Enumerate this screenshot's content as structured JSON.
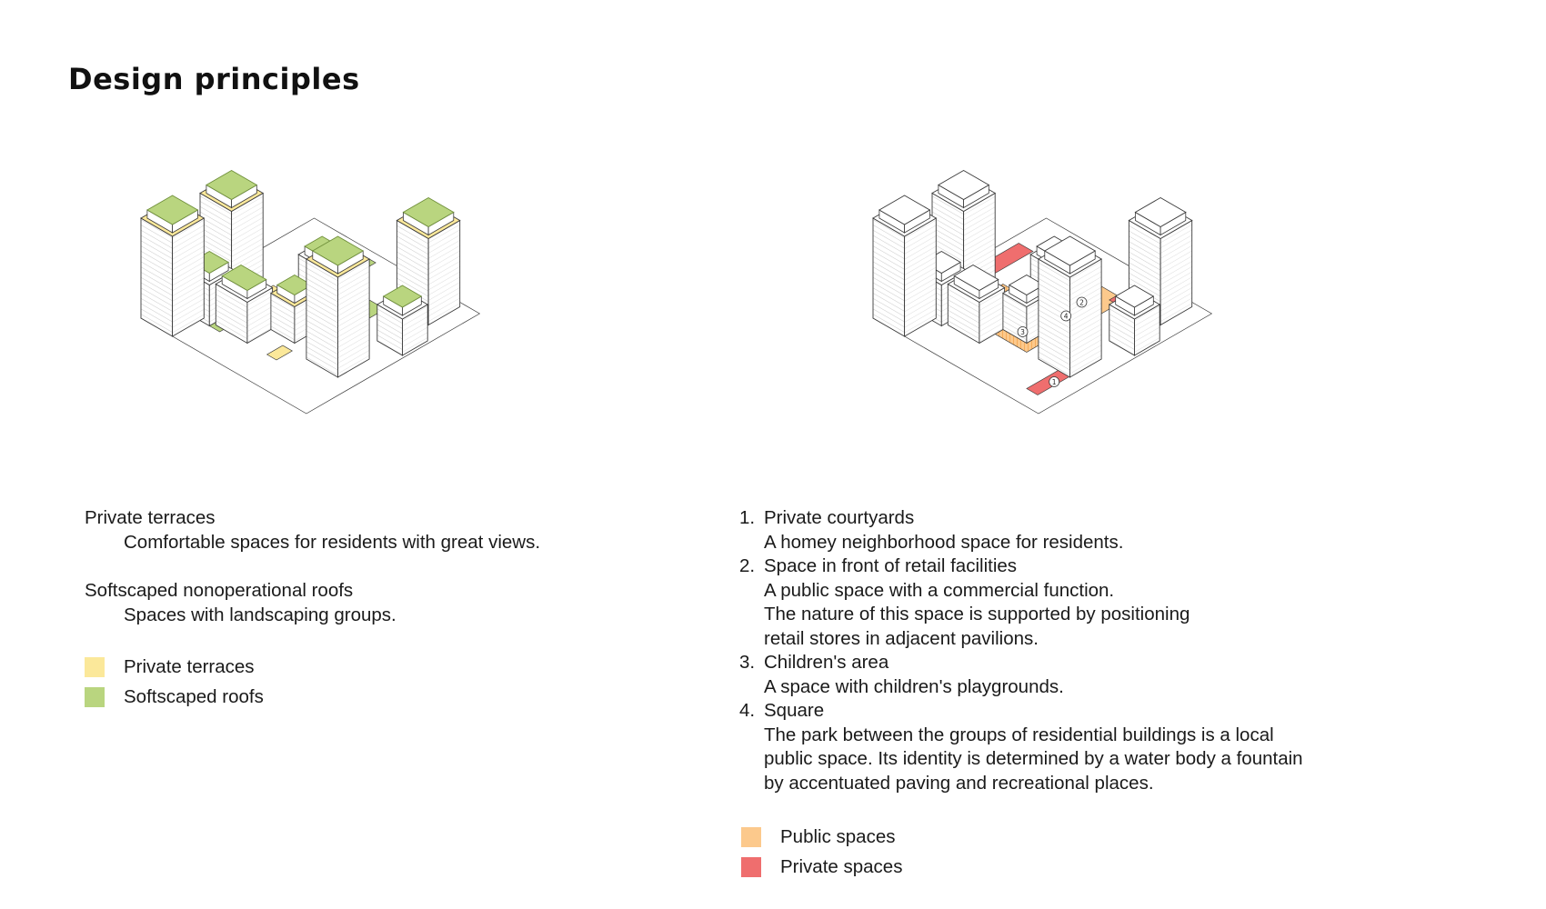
{
  "page": {
    "title": "Design principles"
  },
  "colors": {
    "terrace": "#fbe89a",
    "roof": "#b9d57f",
    "roof_stroke": "#6f8f3a",
    "public": "#fcc98c",
    "public_hatch": "#f19a3c",
    "private": "#ef6e6e",
    "line": "#3a3a3a"
  },
  "left_principles": [
    {
      "title": "Private terraces",
      "desc": "Comfortable spaces for residents with great views."
    },
    {
      "title": "Softscaped nonoperational roofs",
      "desc": "Spaces with landscaping groups."
    }
  ],
  "left_legend": [
    {
      "label": "Private terraces",
      "color": "#fbe89a"
    },
    {
      "label": "Softscaped roofs",
      "color": "#b9d57f"
    }
  ],
  "right_list": [
    {
      "num": "1.",
      "title": "Private courtyards",
      "lines": [
        "A homey neighborhood space for residents."
      ]
    },
    {
      "num": "2.",
      "title": "Space in front of retail facilities",
      "lines": [
        "A public space with a commercial function.",
        "The nature of this space is supported by positioning",
        "retail stores in adjacent pavilions."
      ]
    },
    {
      "num": "3.",
      "title": "Children's area",
      "lines": [
        "A space with children's playgrounds."
      ]
    },
    {
      "num": "4.",
      "title": "Square",
      "lines": [
        "The park between the groups of residential buildings is a local",
        "public space. Its identity is determined by a water body  a fountain",
        "by accentuated paving and recreational places."
      ]
    }
  ],
  "right_legend": [
    {
      "label": "Public spaces",
      "color": "#fcc98c"
    },
    {
      "label": "Private spaces",
      "color": "#ef6e6e"
    }
  ],
  "diagram_markers": [
    "1",
    "2",
    "3",
    "4"
  ]
}
